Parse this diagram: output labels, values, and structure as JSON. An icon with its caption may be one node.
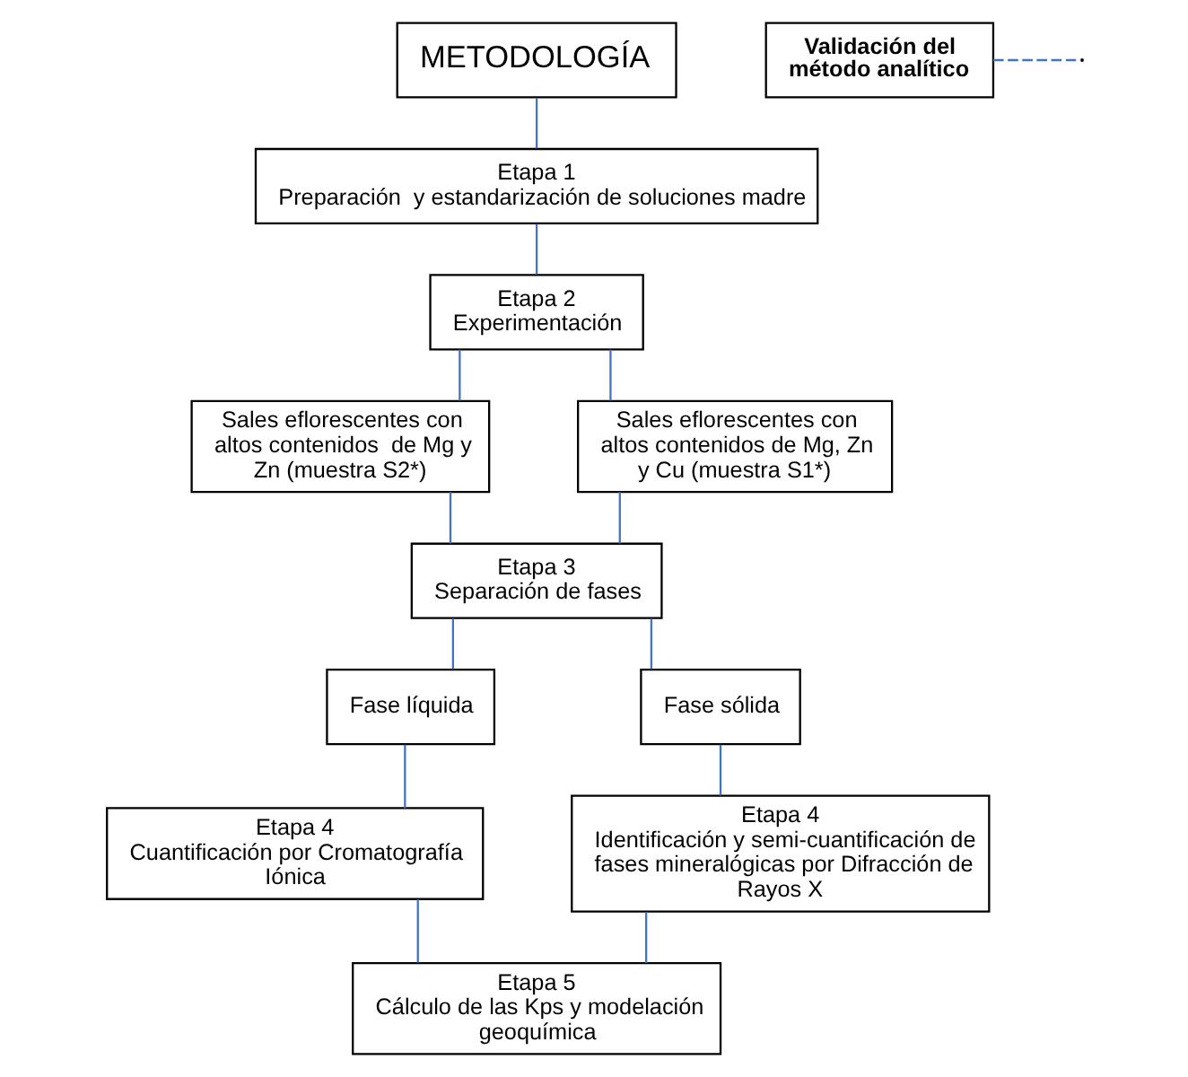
{
  "diagram": {
    "nodes": [
      {
        "text": [
          "METODOLOGÍA"
        ]
      },
      {
        "text": [
          "Validación del método analítico"
        ]
      },
      {
        "text": [
          "Etapa 1",
          "Preparación  y estandarización de soluciones madre"
        ]
      },
      {
        "text": [
          "Etapa 2",
          "Experimentación"
        ]
      },
      {
        "text": [
          "Sales eflorescentes con altos contenidos  de Mg y Zn (muestra S2*)"
        ]
      },
      {
        "text": [
          "Sales eflorescentes con altos contenidos de Mg, Zn y Cu (muestra S1*)"
        ]
      },
      {
        "text": [
          "Etapa 3",
          "Separación de fases"
        ]
      },
      {
        "text": [
          "Fase líquida"
        ]
      },
      {
        "text": [
          "Fase sólida"
        ]
      },
      {
        "text": [
          "Etapa 4",
          "Cuantificación por Cromatografía Iónica"
        ]
      },
      {
        "text": [
          "Etapa 4",
          "Identificación y semi-cuantificación de fases mineralógicas por Difracción de Rayos X"
        ]
      },
      {
        "text": [
          "Etapa 5",
          "Cálculo de las Kps y modelación geoquímica"
        ]
      }
    ],
    "edges": [
      {
        "from": 0,
        "to": 2,
        "arrow": "none"
      },
      {
        "from": 1,
        "to": null,
        "arrow": "none",
        "style": "dashed"
      },
      {
        "from": 2,
        "to": 3,
        "arrow": "none"
      },
      {
        "from": 3,
        "to": 4,
        "arrow": "none"
      },
      {
        "from": 3,
        "to": 5,
        "arrow": "none"
      },
      {
        "from": 4,
        "to": 6,
        "arrow": "none"
      },
      {
        "from": 5,
        "to": 6,
        "arrow": "none"
      },
      {
        "from": 6,
        "to": 7,
        "arrow": "none"
      },
      {
        "from": 6,
        "to": 8,
        "arrow": "none"
      },
      {
        "from": 7,
        "to": 9,
        "arrow": "none"
      },
      {
        "from": 8,
        "to": 10,
        "arrow": "none"
      },
      {
        "from": 9,
        "to": 11,
        "arrow": "none"
      },
      {
        "from": 10,
        "to": 11,
        "arrow": "none"
      }
    ]
  }
}
